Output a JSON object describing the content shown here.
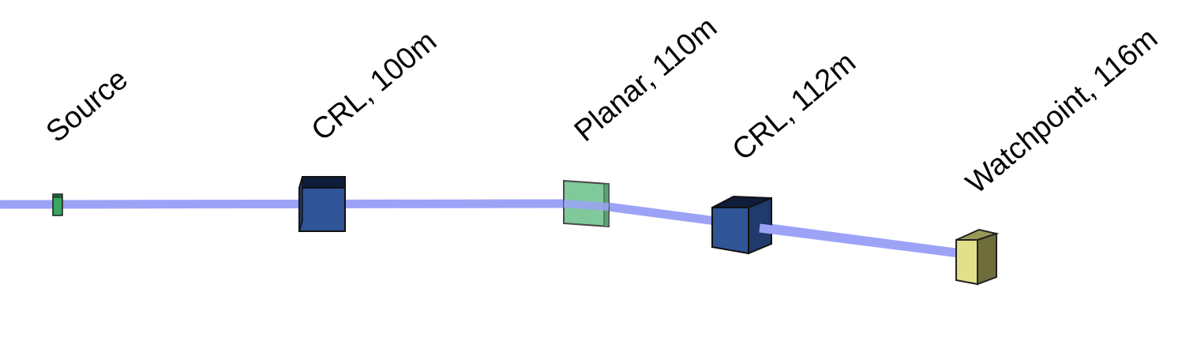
{
  "diagram": {
    "beam_color": "#9ca3f7",
    "elements": [
      {
        "id": "source",
        "label": "Source",
        "kind": "source",
        "color": "#3aa65f"
      },
      {
        "id": "crl1",
        "label": "CRL, 100m",
        "kind": "crl",
        "color": "#2f5597"
      },
      {
        "id": "planar",
        "label": "Planar, 110m",
        "kind": "planar",
        "color": "#7fc99a"
      },
      {
        "id": "crl2",
        "label": "CRL, 112m",
        "kind": "crl",
        "color": "#2f5597"
      },
      {
        "id": "watchpoint",
        "label": "Watchpoint, 116m",
        "kind": "watchpoint",
        "color": "#e3e08c"
      }
    ]
  }
}
